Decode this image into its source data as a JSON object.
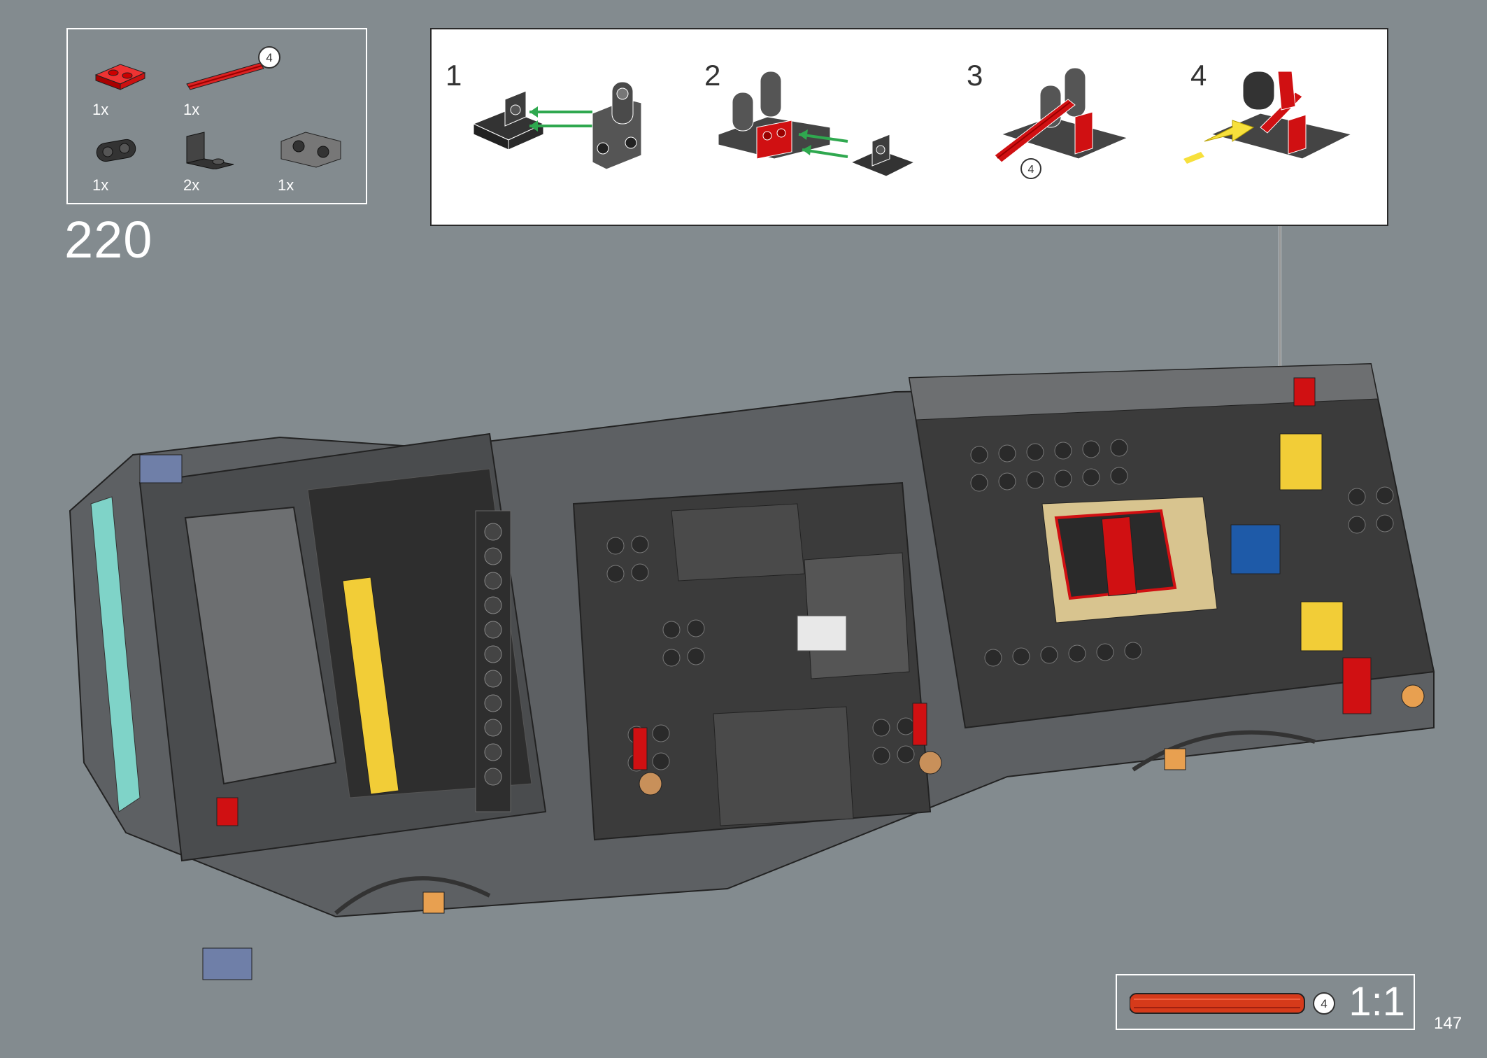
{
  "parts_list": {
    "items": [
      {
        "name": "plate-1x2-red",
        "qty": "1x",
        "color": "#d01012"
      },
      {
        "name": "axle-red",
        "qty": "1x",
        "color": "#d01012",
        "callout": "4"
      },
      {
        "name": "connector-dark-grey",
        "qty": "1x",
        "color": "#3a3a3a"
      },
      {
        "name": "bracket-dark-grey",
        "qty": "2x",
        "color": "#3a3a3a"
      },
      {
        "name": "steering-block-grey",
        "qty": "1x",
        "color": "#6b6b6b"
      }
    ]
  },
  "step": {
    "number": "220"
  },
  "callout": {
    "sub_steps": [
      {
        "number": "1"
      },
      {
        "number": "2"
      },
      {
        "number": "3",
        "axle_callout": "4"
      },
      {
        "number": "4"
      }
    ]
  },
  "scale": {
    "axle_length": "4",
    "label": "1:1"
  },
  "page": {
    "number": "147"
  },
  "colors": {
    "background": "#838b8f",
    "brick_dark": "#3b3b3b",
    "brick_grey": "#6d6f71",
    "red": "#d01012",
    "yellow": "#f2cd37",
    "tan": "#d8c48f",
    "blue": "#1e5aa8",
    "arrow_green": "#2fa84f",
    "arrow_yellow": "#f7e03c"
  }
}
